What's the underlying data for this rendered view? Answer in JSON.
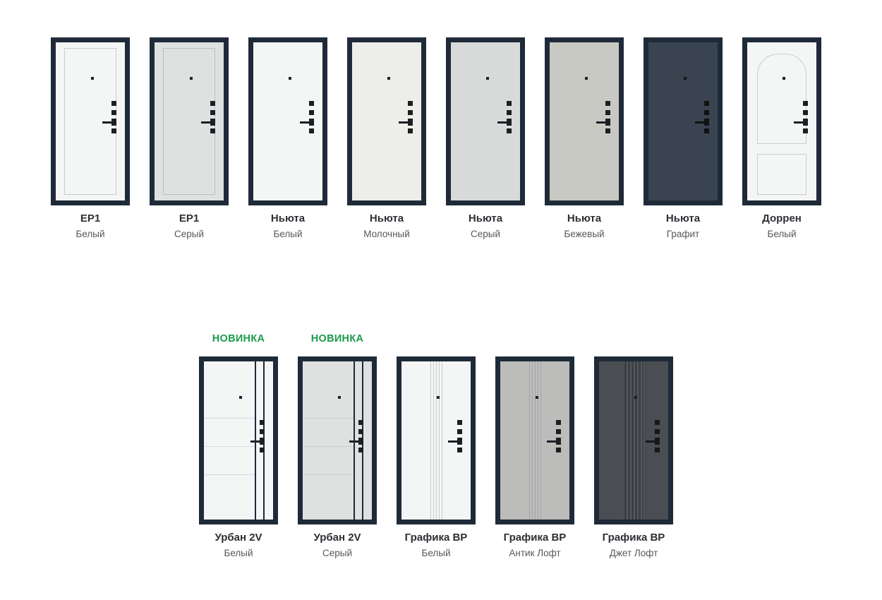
{
  "row1": [
    {
      "model": "EP1",
      "color": "Белый"
    },
    {
      "model": "EP1",
      "color": "Серый"
    },
    {
      "model": "Ньюта",
      "color": "Белый"
    },
    {
      "model": "Ньюта",
      "color": "Молочный"
    },
    {
      "model": "Ньюта",
      "color": "Серый"
    },
    {
      "model": "Ньюта",
      "color": "Бежевый"
    },
    {
      "model": "Ньюта",
      "color": "Графит"
    },
    {
      "model": "Доррен",
      "color": "Белый"
    }
  ],
  "row2": [
    {
      "badge": "НОВИНКА",
      "model": "Урбан 2V",
      "color": "Белый"
    },
    {
      "badge": "НОВИНКА",
      "model": "Урбан 2V",
      "color": "Серый"
    },
    {
      "model": "Графика ВР",
      "color": "Белый"
    },
    {
      "model": "Графика ВР",
      "color": "Антик Лофт"
    },
    {
      "model": "Графика ВР",
      "color": "Джет Лофт"
    }
  ],
  "colors": {
    "badge": "#1c9a4c",
    "frame": "#1e2a38",
    "text": "#2c2f33"
  }
}
